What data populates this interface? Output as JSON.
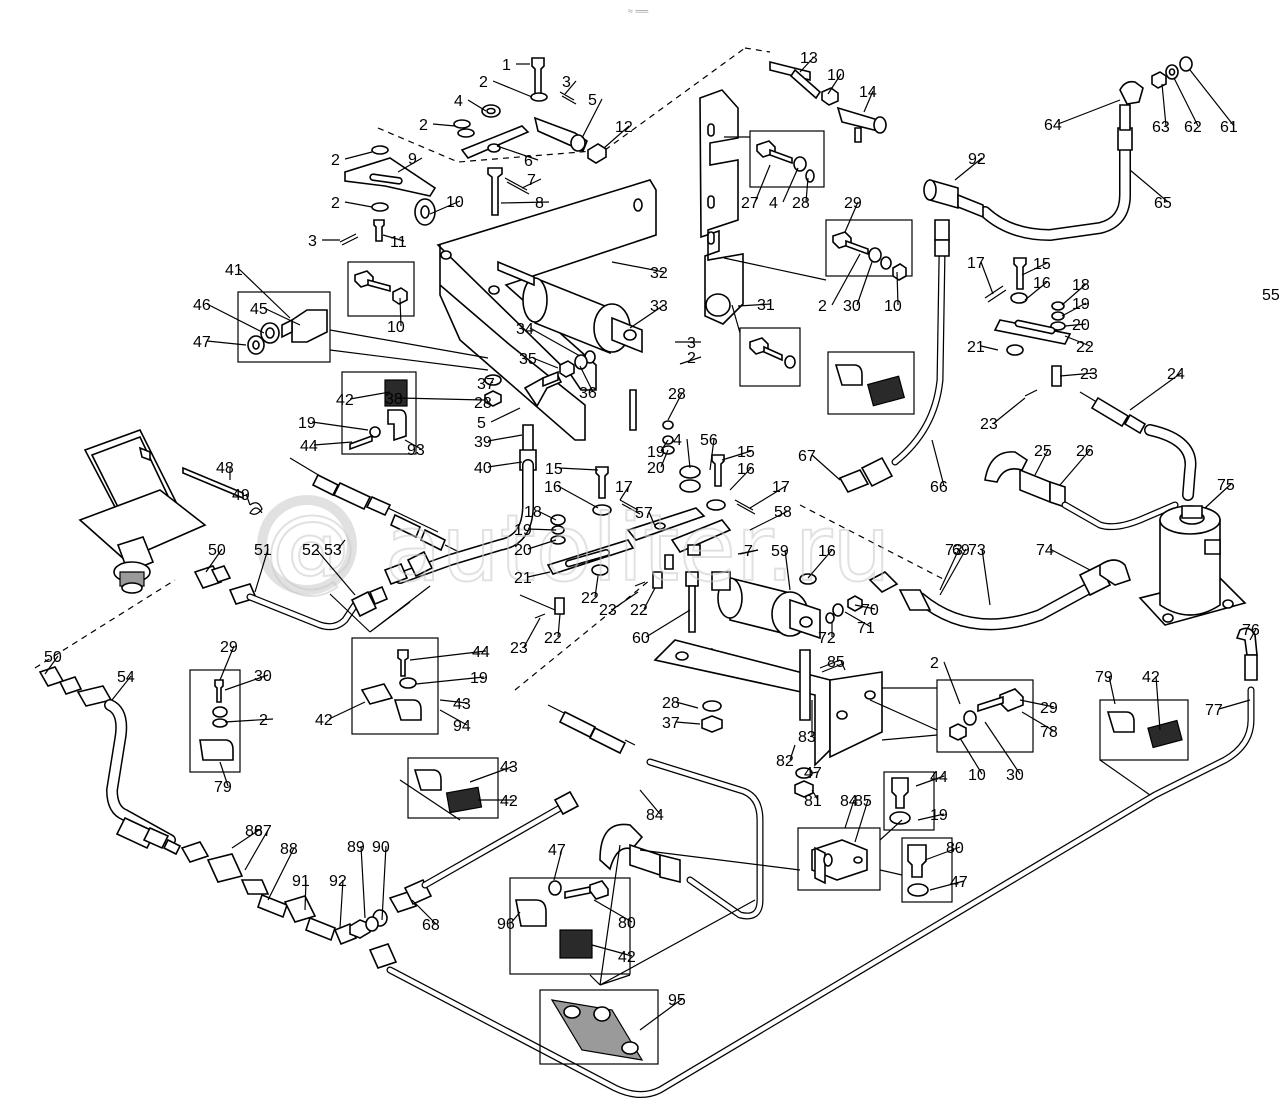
{
  "watermark": {
    "text": "autoliter.ru",
    "symbol": "@",
    "top_mark": "≈ ══"
  },
  "callouts": [
    "1",
    "2",
    "3",
    "4",
    "5",
    "6",
    "7",
    "8",
    "9",
    "10",
    "11",
    "12",
    "13",
    "14",
    "15",
    "16",
    "17",
    "18",
    "19",
    "20",
    "21",
    "22",
    "23",
    "24",
    "25",
    "26",
    "27",
    "28",
    "29",
    "30",
    "31",
    "32",
    "33",
    "34",
    "35",
    "36",
    "37",
    "38",
    "39",
    "40",
    "41",
    "42",
    "43",
    "44",
    "45",
    "46",
    "47",
    "48",
    "49",
    "50",
    "51",
    "52",
    "53",
    "54",
    "55",
    "56",
    "57",
    "58",
    "59",
    "60",
    "61",
    "62",
    "63",
    "64",
    "65",
    "66",
    "67",
    "68",
    "69",
    "70",
    "71",
    "72",
    "73",
    "74",
    "75",
    "76",
    "77",
    "78",
    "79",
    "80",
    "81",
    "82",
    "83",
    "84",
    "85",
    "86",
    "87",
    "88",
    "89",
    "90",
    "91",
    "92",
    "93",
    "94",
    "95",
    "96"
  ],
  "colors": {
    "line": "#000000",
    "background": "#ffffff",
    "shading": "#9a9a9a",
    "watermark": "#c9c9c9"
  }
}
